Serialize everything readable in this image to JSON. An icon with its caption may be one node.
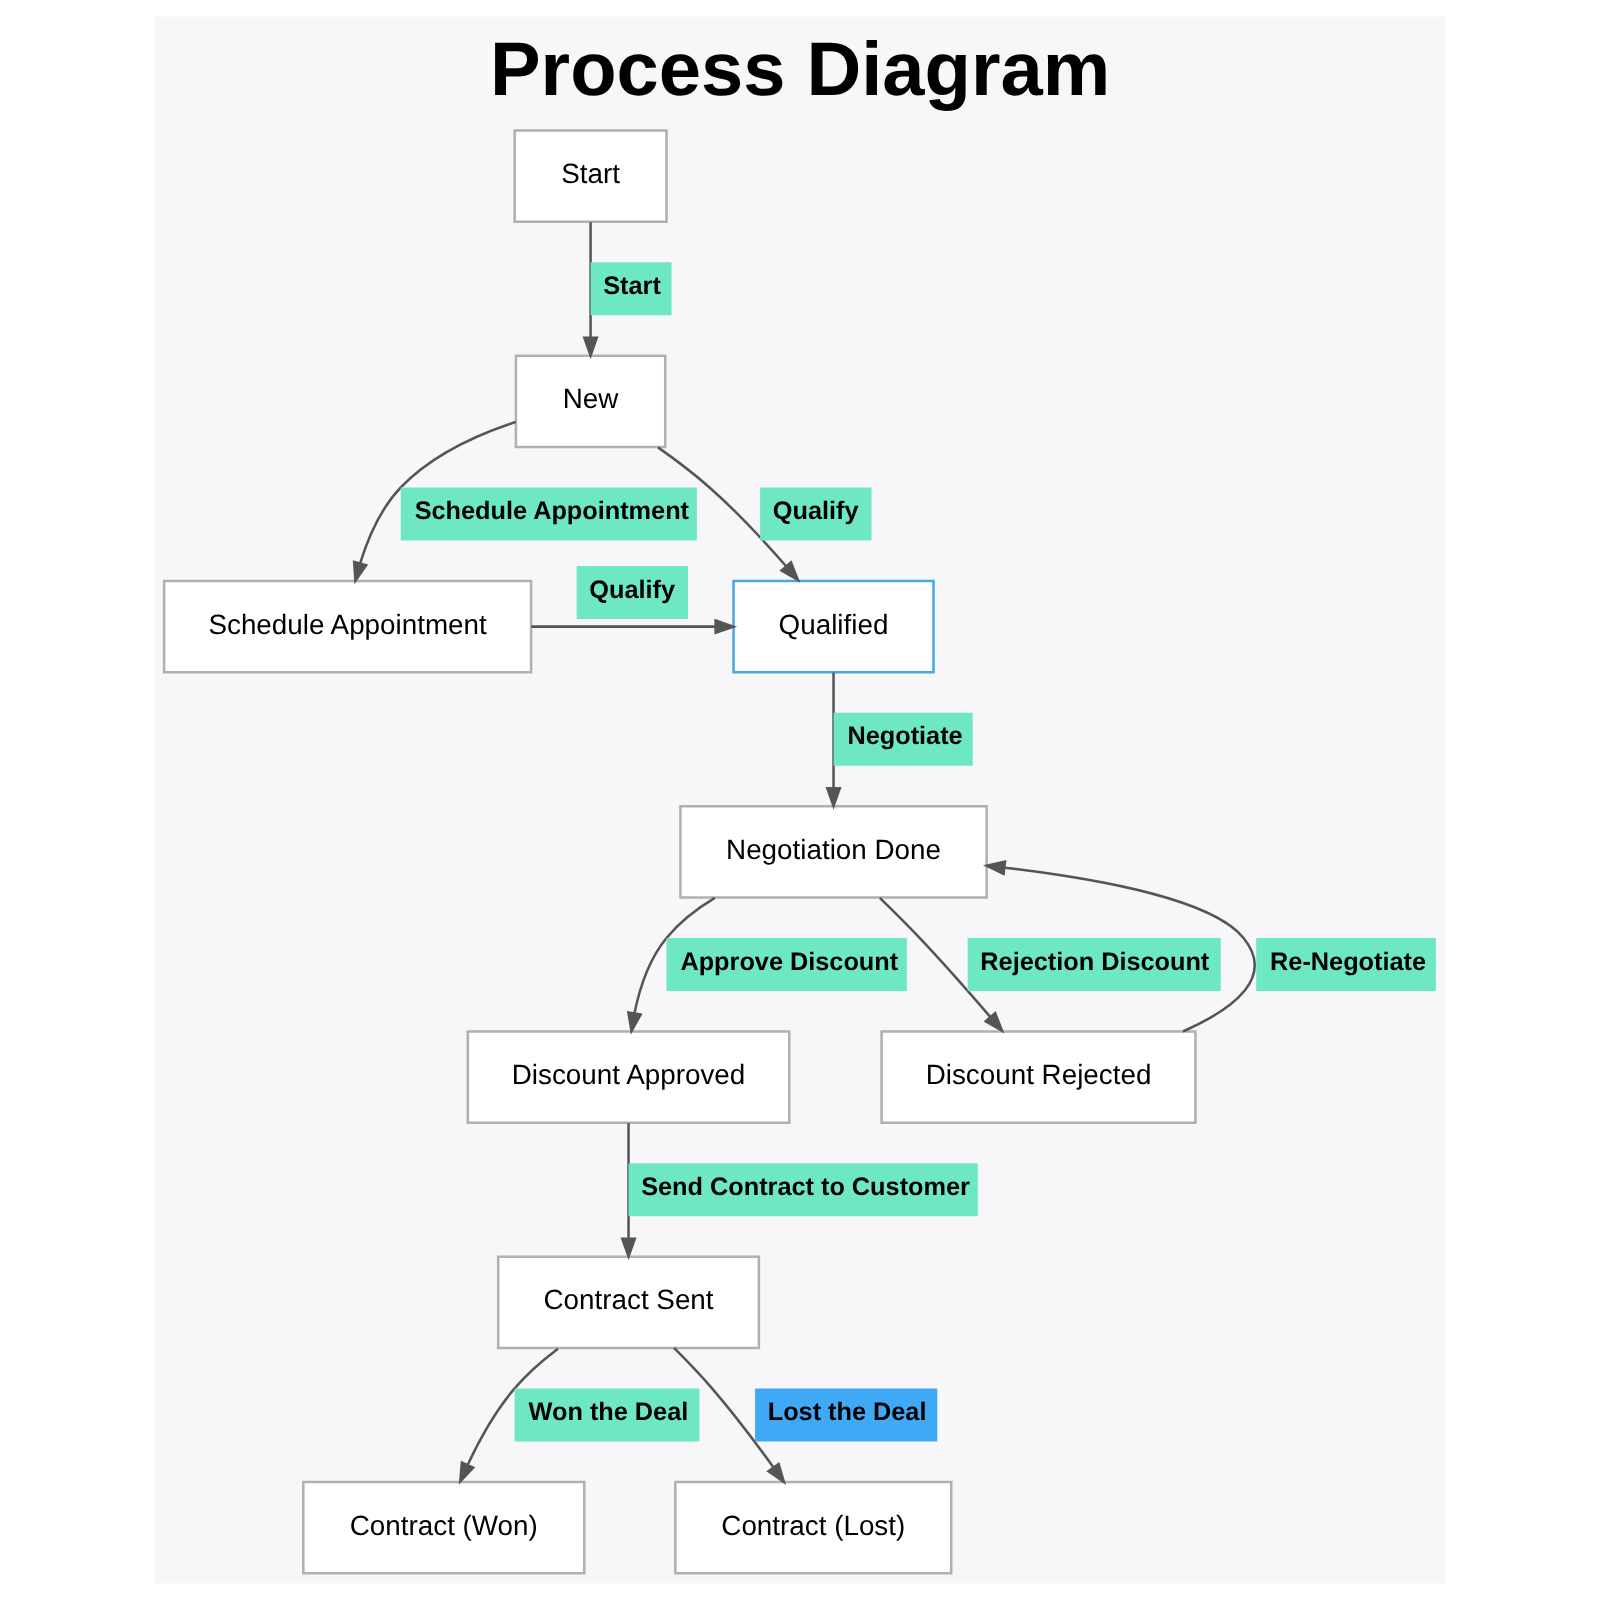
{
  "diagram": {
    "title": "Process Diagram",
    "nodes": [
      {
        "text": [
          "Start"
        ]
      },
      {
        "text": [
          "New"
        ]
      },
      {
        "text": [
          "Schedule Appointment"
        ]
      },
      {
        "text": [
          "Qualified"
        ]
      },
      {
        "text": [
          "Negotiation Done"
        ]
      },
      {
        "text": [
          "Discount Approved"
        ]
      },
      {
        "text": [
          "Discount Rejected"
        ]
      },
      {
        "text": [
          "Contract Sent"
        ]
      },
      {
        "text": [
          "Contract (Won)"
        ]
      },
      {
        "text": [
          "Contract (Lost)"
        ]
      }
    ],
    "edges": [
      {
        "from": 0,
        "to": 1,
        "arrow": "to",
        "label": "Start"
      },
      {
        "from": 1,
        "to": 2,
        "arrow": "to",
        "label": "Schedule Appointment"
      },
      {
        "from": 1,
        "to": 3,
        "arrow": "to",
        "label": "Qualify"
      },
      {
        "from": 2,
        "to": 3,
        "arrow": "to",
        "label": "Qualify"
      },
      {
        "from": 3,
        "to": 4,
        "arrow": "to",
        "label": "Negotiate"
      },
      {
        "from": 4,
        "to": 5,
        "arrow": "to",
        "label": "Approve Discount"
      },
      {
        "from": 4,
        "to": 6,
        "arrow": "to",
        "label": "Rejection Discount"
      },
      {
        "from": 6,
        "to": 4,
        "arrow": "to",
        "label": "Re-Negotiate"
      },
      {
        "from": 5,
        "to": 7,
        "arrow": "to",
        "label": "Send Contract to Customer"
      },
      {
        "from": 7,
        "to": 8,
        "arrow": "to",
        "label": "Won the Deal"
      },
      {
        "from": 7,
        "to": 9,
        "arrow": "to",
        "label": "Lost the Deal"
      }
    ]
  }
}
